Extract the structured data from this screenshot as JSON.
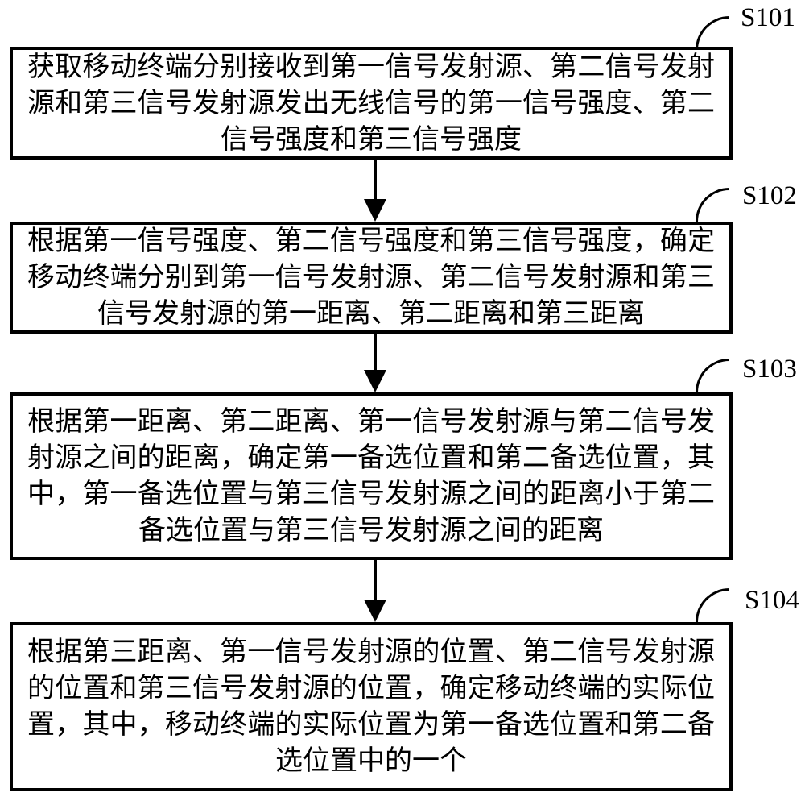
{
  "figure": {
    "type": "flowchart",
    "direction": "top-down",
    "colors": {
      "background": "#ffffff",
      "stroke": "#000000",
      "text": "#000000"
    },
    "steps": [
      {
        "label": "S101",
        "text": "获取移动终端分别接收到第一信号发射源、第二信号发射源和第三信号发射源发出无线信号的第一信号强度、第二信号强度和第三信号强度"
      },
      {
        "label": "S102",
        "text": "根据第一信号强度、第二信号强度和第三信号强度，确定移动终端分别到第一信号发射源、第二信号发射源和第三信号发射源的第一距离、第二距离和第三距离"
      },
      {
        "label": "S103",
        "text": "根据第一距离、第二距离、第一信号发射源与第二信号发射源之间的距离，确定第一备选位置和第二备选位置，其中，第一备选位置与第三信号发射源之间的距离小于第二备选位置与第三信号发射源之间的距离"
      },
      {
        "label": "S104",
        "text": "根据第三距离、第一信号发射源的位置、第二信号发射源的位置和第三信号发射源的位置，确定移动终端的实际位置，其中，移动终端的实际位置为第一备选位置和第二备选位置中的一个"
      }
    ],
    "connectors": [
      {
        "from": "S101",
        "to": "S102",
        "style": "arrow-down"
      },
      {
        "from": "S102",
        "to": "S103",
        "style": "arrow-down"
      },
      {
        "from": "S103",
        "to": "S104",
        "style": "arrow-down"
      }
    ]
  }
}
